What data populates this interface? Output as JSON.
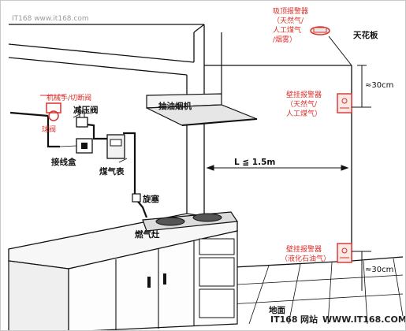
{
  "watermark_top": "IT168 www.it168.com",
  "watermark_bottom": {
    "brand": "IT168",
    "site": "网站",
    "url": "WWW.IT168.COM"
  },
  "labels": {
    "ceiling": "天花板",
    "floor": "地面",
    "hood": "抽油烟机",
    "valve_group": [
      "机械手/切断阀",
      "球阀"
    ],
    "pressure_valve": "减压阀",
    "junction_box": "接线盒",
    "gas_meter": "煤气表",
    "plug": "旋塞",
    "stove": "燃气灶",
    "distance": "L ≦ 1.5m"
  },
  "alarms": {
    "ceiling": {
      "lines": [
        "吸顶报警器",
        "（天然气/",
        "人工煤气",
        "/烟雾）"
      ]
    },
    "wall_top": {
      "lines": [
        "壁挂报警器",
        "（天然气/",
        "人工煤气）"
      ]
    },
    "wall_bottom": {
      "lines": [
        "壁挂报警器",
        "（液化石油气）"
      ]
    }
  },
  "dims": {
    "top": "≈30cm",
    "bottom": "≈30cm"
  },
  "colors": {
    "line": "#111111",
    "red": "#d9312b",
    "gray": "#cfcfcf",
    "light": "#ececec"
  }
}
